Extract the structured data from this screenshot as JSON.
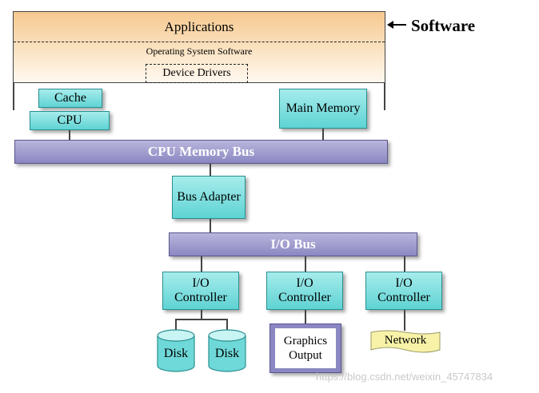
{
  "software": {
    "applications": "Applications",
    "os_software": "Operating System Software",
    "device_drivers": "Device Drivers",
    "label": "Software"
  },
  "hardware": {
    "cache": "Cache",
    "cpu": "CPU",
    "main_memory": "Main Memory",
    "cpu_memory_bus": "CPU Memory Bus",
    "bus_adapter": "Bus Adapter",
    "io_bus": "I/O Bus",
    "io_controllers": [
      {
        "line1": "I/O",
        "line2": "Controller"
      },
      {
        "line1": "I/O",
        "line2": "Controller"
      },
      {
        "line1": "I/O",
        "line2": "Controller"
      }
    ],
    "disks": [
      "Disk",
      "Disk"
    ],
    "graphics_output": {
      "line1": "Graphics",
      "line2": "Output"
    },
    "network": "Network"
  },
  "watermark": "https://blog.csdn.net/weixin_45747834",
  "colors": {
    "software_fill": "#f6c98f",
    "component_fill": "#5fd3d3",
    "bus_fill": "#8b87c2",
    "network_fill": "#f7f2a8"
  }
}
